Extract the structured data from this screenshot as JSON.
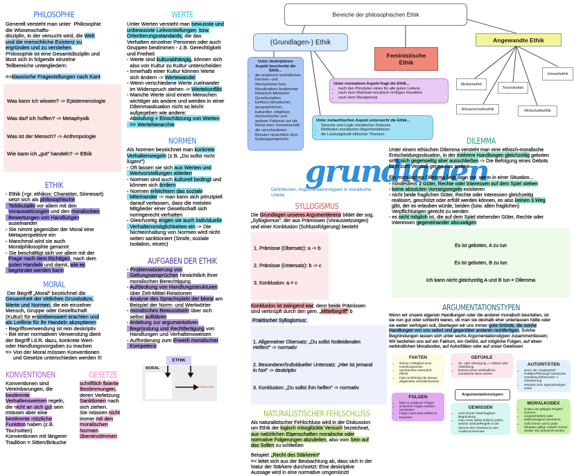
{
  "colors": {
    "philosophie": "#2c6fdc",
    "werte": "#37c3e3",
    "ethik": "#3f4fd6",
    "moral": "#3f78e0",
    "normen": "#3a7ad8",
    "aufgaben": "#4e3592",
    "konventionen": "#a55ad8",
    "gesetze": "#ef86c6",
    "syllogismus": "#df4b57",
    "naturalist": "#93cc2c",
    "dilemma": "#269a82",
    "argumentation": "#1e6878",
    "grundlagen": "#2f8fdc"
  },
  "philosophie": {
    "title": "PHILOSOPHIE",
    "text": [
      "Generell versteht man unter  Philosophie\ndie Wissenschafts-\ndisziplin, in der versucht wird, die ",
      {
        "t": "Welt\nund die menschliche Existenz zu\nergründen und zu verstehen",
        "h": "blue"
      },
      ".\nPhilosophie ist eine Gesamtdisziplin und\nlässt sich in folgende einzelne\nTeilbereiche untergliedern:"
    ],
    "kant": [
      "=>",
      {
        "t": "klassische Fragestellungen nach Kant",
        "h": "blue"
      }
    ],
    "questions": [
      "Was kann ich wissen? -> Epistemenologie",
      "Was darf ich hoffen? -> Metaphysik",
      "Was ist der Mensch? -> Anthropologie",
      "Wie kann ich „gut“ handeln? -> Ethik"
    ]
  },
  "ethik": {
    "title": "ETHIK",
    "text": [
      "- Ethik (<gr. ethikos: Charakter, Sinnesart)\n  setzt sich als ",
      {
        "t": "philosophische\n  Teildisziplin",
        "h": "violet"
      },
      " vor allem mit den\n  ",
      {
        "t": "Voraussetzungen",
        "h": "violet"
      },
      " und den ",
      {
        "t": "moralischen\n  Bewertungen von Handlungen",
        "h": "violet"
      },
      "\n  auseinander\n- Sie nimmt gegenüber der Moral eine\n  Metaperspektive ein\n- Manchmal wird sie auch\n  Moralphilosophie genannt\n- Sie beschäftigt sich vor allem mit der\n  ",
      {
        "t": "Frage nach dem Richtigen",
        "h": "violet"
      },
      ", nach dem\n  ",
      {
        "t": "guten Handeln",
        "h": "violet"
      },
      " und damit, ",
      {
        "t": "wie es\n  begründet werden kann",
        "h": "violet"
      }
    ]
  },
  "moral": {
    "title": "MORAL",
    "text": [
      " Der Begriff „Moral“ bezeichnet die\n",
      {
        "t": "Gesamtheit der sittlichen Grundsätze,\nWerte und Normen,",
        "h": "blue"
      },
      " die ein einzelner\nMensch, Gruppe oder Gesellschaft\n(Kultur) für er",
      {
        "t": "strebenswert erachten und\nals Leitlinie für ihr Handeln akzeptieren",
        "h": "blue"
      },
      "\n- Begriffsverwendung ist rein deskriptiv\n- Bei einer normativen Verwendung dient\nder Begriff i.d.R. dazu, konkrete Wert-\noder Handlungsvorgaben zu machen\n=> Von der Moral müssen Konventionen\n     und Gesetze unterschieden werden !!!"
    ]
  },
  "konventionen": {
    "title": "KONVENTIONEN",
    "text": [
      "Konventionen sind\nVereinbarungen, die\n",
      {
        "t": "bestimmte\nVerhaltensweisen",
        "h": "lilac"
      },
      " regeln,\ndie n",
      {
        "t": "icht an sich gut",
        "h": "lilac"
      },
      " sein\nmüssen aber eine\n",
      {
        "t": "bestimmte nützliche\nFunktion",
        "h": "lilac"
      },
      " haben (z.B.\nTischsitten)\nKonventionen mit längerer\nTradition = Sitten/Bräuche"
    ]
  },
  "gesetze": {
    "title": "GESETZE",
    "text": [
      {
        "t": "schriftlich fixierte\nBestimmungen,",
        "h": "pink"
      },
      "\nderen Verletzung\n",
      {
        "t": "Sanktionen",
        "h": "pink"
      },
      " nach\nsich ziehen.\nSie müssen ",
      {
        "t": "nicht",
        "h": "pink"
      },
      "\nimmer ",
      {
        "t": "mit den\nmoralischen\nNormen\nübereinstimmen",
        "h": "pink"
      }
    ]
  },
  "werte": {
    "title": "WERTE",
    "text": [
      "Unter Werten versteht man ",
      {
        "t": "bewusste und\nunbewusste Leitvorstellungen  bzw.\nOrientierungsstandards,",
        "h": "cyan"
      },
      " die das\nVerhalten einzelner Personen oder auch\nGruppen bestimmen - z.B. Gerechtigkeit\nund Freiheit\n- Werte sind ",
      {
        "t": "kulturabhängig",
        "h": "cyan"
      },
      ", können sich\n  also von Kultur zu Kultur unterscheiden\n- Innerhalb einer Kultur können Werte\n  sich ändern -> ",
      {
        "t": "Wertewandel",
        "h": "cyan"
      },
      "\n- Wenn verschiedene Werte zueinander\n  im Widerspruch stehen -> ",
      {
        "t": "Wertekonflikt",
        "h": "cyan"
      },
      "\n- Manche Werte sind einem Menschen\n  wichtiger als andere und werden in einer\n  Dilemmasituation nicht so leicht\n  aufgegeben wie andere:\n  A",
      {
        "t": "bstufung + Einschätzung von Werten\n  => Wertehierarchie",
        "h": "cyan"
      }
    ]
  },
  "normen": {
    "title": "NORMEN",
    "text": [
      "Als Normen bezeichnet man ",
      {
        "t": "konkrete\nVerhaltensregeln",
        "h": "cyan"
      },
      " (z.B. „Du sollst nicht\nlügen!“)\n- Oft lassen sie sich ",
      {
        "t": "aus Werten und\n  Wertvorstellungen ableiten",
        "h": "cyan"
      },
      "\n- Normen sind auch ",
      {
        "t": "kulturell bedingt",
        "h": "cyan"
      },
      " und\n  können sich ",
      {
        "t": "ändern",
        "h": "cyan"
      },
      "\n- Normen ",
      {
        "t": "erleichtern das soziale\n  Miteinander",
        "h": "cyan"
      },
      " -> man kann sich prinzipiell\n  darauf verlassen, dass die meisten\n  Mitglieder einer Gesellschaft sich\n  normgerecht verhalten\n- Gleichzeitig ",
      {
        "t": "engen sie auch individuelle\n  Verhaltensmöglichkeiten ein",
        "h": "cyan"
      },
      " -> Die\n  Nichteinhaltung von Normen wird nicht\n  selten sanktioniert (Strafe, soziale\n  Isolation, etcetc)"
    ]
  },
  "aufgaben": {
    "title": "AUFGABEN DER ETHIK",
    "text": [
      "- ",
      {
        "t": "Problematisierung von\n  Geltungsansprüchen",
        "h": "purple"
      },
      " hinsichtlich ihrer\n  moralischen Berechtigung\n- ",
      {
        "t": "Aufdeckung von Handlungsstrukturen",
        "h": "purple"
      },
      "\n  über Zeit-Mittel-Relationen\n- ",
      {
        "t": "Analyse des Sprachspiels der Moral",
        "h": "purple"
      },
      " am\n  Beispiel der Norm- und Wertwörter\n- ",
      {
        "t": "moralisches Bewusstsein",
        "h": "purple"
      },
      " über sich\n  selbst ",
      {
        "t": "aufklären",
        "h": "purple"
      },
      "\n- ",
      {
        "t": "Anleitung zur argumentativen\n  Begründung und Rechtfertigung",
        "h": "purple"
      },
      " von\n  Handlungen und Verhaltensweisen\n- Aufforderung zum ",
      {
        "t": "Erwerb moralischer\n  Kompetenz",
        "h": "purple"
      }
    ]
  },
  "diagram": {
    "ethik": "ETHIK",
    "moral": "MORAL",
    "handlung": "HANDLUNG"
  },
  "tree": {
    "root": "Bereiche der philosophischen Ethik",
    "grundlagen": "(Grundlagen-) Ethik",
    "feministisch": "Feministische\nEthik",
    "angewandt": "Angewandte Ethik",
    "angewandt_sub": [
      "Medizinethik",
      "Technikethik",
      "Umweltethik",
      "Wissenschaftsethik",
      "Wirtschaftsethik"
    ],
    "deskriptiv": {
      "title": "Unter deskriptivem\nAspekt beschreibt die\nEthik...",
      "items": [
        "die empirisch vorfindlichen Normen- und Wertsysteme bzw. Moralkodizes bestimmter historisch-faktischer Gesellschaften",
        "Einfluss klimatischer, geographischer, kultureller, religiöser, ökonomischer und anderer Faktoren auf die Moral einer Gemeinschaft",
        "die verschiedenen Moralen hinsichtlich ihrer Geltungsansprüche"
      ]
    },
    "normativ": {
      "title": "Unter normativen Aspekt fragt die Ethik...",
      "items": [
        "nach den Prinzipien eines für alle guten Lebens",
        "nach dem Maßstab moralisch richtigen Handelns",
        "nach dem Moralprinzip"
      ]
    },
    "metaethisch": {
      "title": "Unter metaethischen Aspekt untersucht die Ethik...",
      "items": [
        "Sprache und Logik moralischer Diskurse",
        "Methoden moralischer Argumentationen",
        "die Leistungskraft ethischer Theorien"
      ]
    }
  },
  "grundlagen": {
    "title": "grundlagen",
    "subtitle": "Definitionen, Argumentationstypen & moralische\nUrteile"
  },
  "syllogismus": {
    "title": "SYLLOGISMUS",
    "intro": [
      "Die ",
      {
        "t": "Grundlagen unseres Argumentierens",
        "h": "red"
      },
      " bildet der sog.\n„Syllogismus“, der aus Prämissen (Voraussetzungen)\nund einer Konklusion (Schlussfolgerung) besteht"
    ],
    "steps": [
      "1. Prämisse (Obersatz): a -> b",
      "2. Prämisse (Untersatz): b -> c",
      "3. Konklusion: a = c"
    ],
    "konklusion": [
      {
        "t": "Konklusion ist zwingend war",
        "h": "red"
      },
      ", denn beide Prämissen\nsind verknüpft durch den gem. „",
      {
        "t": "Mittelbegriff“",
        "h": "red"
      },
      " b"
    ],
    "praktisch_label": "Praktischer Syllogismus:",
    "praktisch": [
      "1. Allgemeiner Obersatz: „Du sollst Notleidenden\nHelfen!“ -> normativ",
      "2. Besonderer/individueller Untersatz: „Hier ist jemand\nin Not“ -> deskriptiv",
      "3. Konklusion: „Du sollst ihm helfen“ -> normativ"
    ]
  },
  "naturalist": {
    "title": "NATURALISTISCHER FEHLSCHLUSS",
    "text": [
      "Als naturalistischer Fehlschluss wird in der Diskussion\num Ethik der ",
      {
        "t": "logisch missglückte Versuch",
        "h": "green"
      },
      " bezeichnet,\n",
      {
        "t": "aus natürlichen Eigenschaften moralische oder\nnormative Folgerungen abzuleiten",
        "h": "green"
      },
      ", also vom ",
      {
        "t": "Sein auf\ndas Sollen",
        "h": "green"
      },
      " zu schließen"
    ],
    "beispiel": [
      "Beispiel: ",
      {
        "t": "„Recht des Stärkeren“",
        "h": "green"
      },
      "\n=< leitet sich aus der Beobachtung ab, dass sich in der\nNatur der Stärkere durchsetzt: Eine deskriptive\nAussage wird in eine normative umgemünzt!"
    ]
  },
  "dilemma": {
    "title": "DILEMMA",
    "text": [
      "Unter einem ethischen Dilemma versteht man eine ethisch-moralische\nEntscheidungssituation, in der ",
      {
        "t": "mehrere Handlungen gleichzeitig",
        "h": "teal"
      },
      " geboten\nsind, ",
      {
        "t": "sich gegenseitig aber ausschließen",
        "h": "teal"
      },
      " -> Die Befolgung eines Gebots\nführt zum Verstoß gegen das andere\n\nEin moralisches Dilemma liegt dann vor, wenn in einer Situation...\n- mindestens ",
      {
        "t": "2 Güter, Rechte oder Interessen auf dem Spiel stehen",
        "h": "teal"
      },
      "\n- ",
      {
        "t": "keine absoluten Vorrangsregeln",
        "h": "teal"
      },
      " existieren\n- nicht beide fraglichen Güter, Rechte oder Interessen gleichzeitig\n  realisiert, geschützt oder erfüllt werden können, es also ",
      {
        "t": "keinen 3.Weg",
        "h": "teal"
      },
      "\n  gibt, der es erlauben würde, beiden (bzw. allen fraglichen)\n  Verpflichtungen gerecht zu werden\n- es ",
      {
        "t": "nicht möglich",
        "h": "teal"
      },
      " ist, die auf dem Spiel stehenden Güter, Rechte oder\n  Interessen ",
      {
        "t": "gegeneinander abzuwägen",
        "h": "teal"
      }
    ],
    "box": [
      "Es ist geboten, A zu tun",
      "Es ist geboten, B zu tun",
      "Ich kann nicht gleichzeitig A und B tun = Dilemma"
    ]
  },
  "argumentation": {
    "title": "ARGUMENTATIONSTYPEN",
    "text": [
      "Wenn wir unsere eigenen Handlungen oder die anderer moralisch beurteilen, ob\nsie nun gut oder schlecht waren, ob man sie deshalb eher unterlassen hätte oder\nsie weiter verfolgen soll, überlegen wir uns immer ",
      {
        "t": "gute Gründe, die solche\nHandlungen von uns selbst und gegenüber anderen rechtfertigen",
        "h": "steel"
      },
      ". Solche\nBegründungen lassen sich unter sechs Argumentationstypen zusammenfassen;\nWir beziehen uns auf ein Faktum, ein Gefühl, auf mögliche Folgen, auf einen\nverbindlichen Moralkodex, auf Autoritäten oder auf unser Gewissen"
    ],
    "center": "Argumentationstypen",
    "cards": [
      {
        "title": "FAKTEN",
        "items": [
          "stützen Gültigkeit einer Handlungsweise",
          "anerkanntes Werturteil: Pflicht",
          "Fakt rechtfertigt die daraus abgeleitete Verhaltensweise"
        ]
      },
      {
        "title": "GEFÜHLE",
        "items": [
          "Zu- oder Abneigung => Mitleid oder Abstoßung",
          "können keine Verbindliche moralische Norm setzen"
        ]
      },
      {
        "title": "AUTORITÄTEN",
        "items": [
          "wenn der Vorgesetzte/ Politiker/Philosoph bestimmte Handlung befürwortet -> Orientierung",
          "ersetzen kein eigenständiges Urteil"
        ]
      },
      {
        "title": "FOLGEN",
        "items": [
          "führt zu positiven Folgen",
          "schlechte Folgen werden vermieden",
          "Folgen sind stets selbst zu bewerten"
        ]
      },
      {
        "title": "GEWISSEN",
        "items": [
          "nicht immer hinterfragbare Begründung",
          "man muss selbst kritisch prüfen, welche Gebote/Regeln in der Stimme des Gewissens zum Ausdruck kommen"
        ]
      },
      {
        "title": "MORALKODEX",
        "items": [
          "Kodex von gültigen Regeln/ Normen",
          "vorgeschrieben oder stillschweigend anerkannt",
          "nicht immer und in jeder Situation gültig: müssen immer wieder neu überprüft werden"
        ]
      }
    ]
  }
}
